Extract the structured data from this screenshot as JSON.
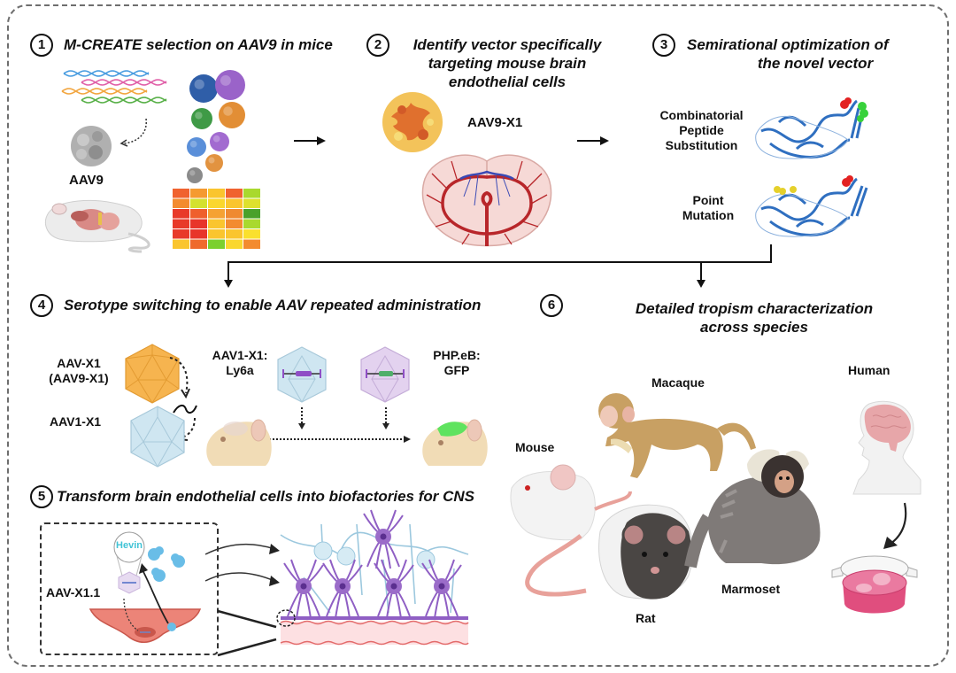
{
  "figure": {
    "type": "graphical-abstract",
    "accent_colors": {
      "text": "#111111",
      "frame_border": "#6e6e6e",
      "aav9_x1_orange": "#f6b44f",
      "aav1_blue": "#cfe6f1",
      "php_purple": "#e3d2ef",
      "gfp_green": "#5fe35f",
      "vessel_red": "#b8262a",
      "vein_blue": "#3949b5",
      "endothelial_pink": "#ec8478",
      "hevin_cyan": "#41c3d6",
      "protein_blue": "#2f6fc0"
    }
  },
  "steps": [
    {
      "number": "1",
      "title": "M-CREATE selection on AAV9 in mice"
    },
    {
      "number": "2",
      "title_lines": [
        "Identify vector specifically",
        "targeting mouse brain",
        "endothelial cells"
      ]
    },
    {
      "number": "3",
      "title_lines": [
        "Semirational optimization of",
        "the novel vector"
      ]
    },
    {
      "number": "4",
      "title": "Serotype switching to enable AAV repeated administration"
    },
    {
      "number": "5",
      "title": "Transform brain endothelial cells into biofactories for CNS"
    },
    {
      "number": "6",
      "title_lines": [
        "Detailed tropism characterization",
        "across species"
      ]
    }
  ],
  "panel1": {
    "capsid_label": "AAV9",
    "library_strand_colors": [
      "#4a9de0",
      "#e060a8",
      "#f2a640",
      "#58b048"
    ],
    "variant_colors": [
      "#2f5ea8",
      "#9a63c9",
      "#e28e35",
      "#3f9a46",
      "#a26bd0",
      "#5a8fd9",
      "#e29340",
      "#8a8a8a"
    ],
    "heatmap_rows": [
      [
        "#f0622f",
        "#f59a30",
        "#fac52e",
        "#f0622f",
        "#a9d92e"
      ],
      [
        "#f38b2f",
        "#d4e12f",
        "#fad72e",
        "#fac52e",
        "#dde12e"
      ],
      [
        "#e83a2a",
        "#ef5f2d",
        "#f5a233",
        "#ef8a31",
        "#4aa12a"
      ],
      [
        "#e83a2a",
        "#e8352a",
        "#fac52e",
        "#f38b2f",
        "#a9d92e"
      ],
      [
        "#e83a2a",
        "#e8352a",
        "#fac52e",
        "#fac52e",
        "#fae02e"
      ],
      [
        "#fac52e",
        "#ef6a2d",
        "#7bd02e",
        "#fad72e",
        "#f38b2f"
      ]
    ]
  },
  "panel2": {
    "capsid_label": "AAV9-X1"
  },
  "panel3": {
    "strategies": [
      "Combinatorial\nPeptide\nSubstitution",
      "Point\nMutation"
    ],
    "strategy_lines": [
      [
        "Combinatorial",
        "Peptide",
        "Substitution"
      ],
      [
        "Point",
        "Mutation"
      ]
    ]
  },
  "panel4": {
    "labels": {
      "aav_x1": [
        "AAV-X1",
        "(AAV9-X1)"
      ],
      "aav1_x1": "AAV1-X1",
      "aav1_ly6a": [
        "AAV1-X1:",
        "Ly6a"
      ],
      "php_gfp": [
        "PHP.eB:",
        "GFP"
      ]
    },
    "not_equal_symbol": "~"
  },
  "panel5": {
    "payload_label": "Hevin",
    "vector_label": "AAV-X1.1"
  },
  "panel6": {
    "species": [
      "Mouse",
      "Macaque",
      "Rat",
      "Marmoset",
      "Human"
    ]
  }
}
